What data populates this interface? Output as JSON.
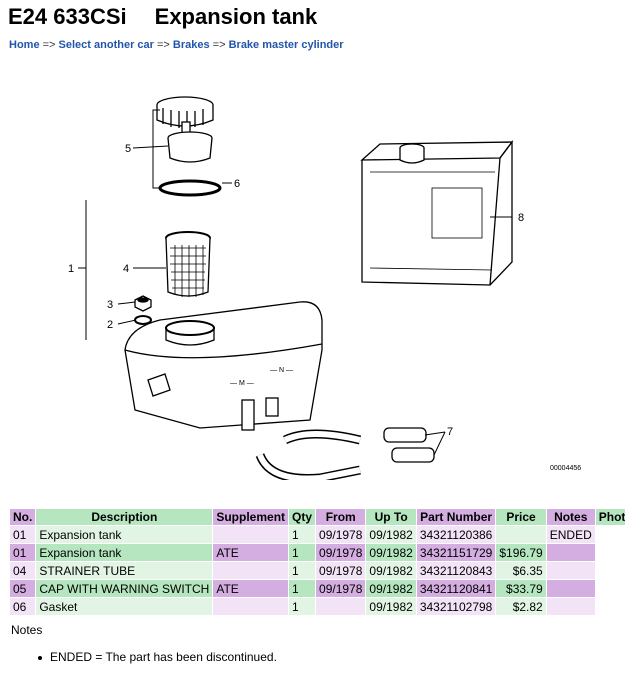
{
  "header": {
    "model": "E24 633CSi",
    "part_name": "Expansion tank"
  },
  "breadcrumb": {
    "separator": "=>",
    "home": "Home",
    "select_car": "Select another car",
    "group": "Brakes",
    "subgroup": "Brake master cylinder"
  },
  "diagram": {
    "code": "00004456",
    "callouts": [
      "1",
      "2",
      "3",
      "4",
      "5",
      "6",
      "7",
      "8"
    ]
  },
  "table": {
    "headers": [
      "No.",
      "Description",
      "Supplement",
      "Qty",
      "From",
      "Up To",
      "Part Number",
      "Price",
      "Notes",
      "Photo"
    ],
    "rows": [
      {
        "no": "01",
        "desc": "Expansion tank",
        "supp": "",
        "qty": "1",
        "from": "09/1978",
        "upto": "09/1982",
        "pn": "34321120386",
        "price": "",
        "notes": "ENDED",
        "photo": ""
      },
      {
        "no": "01",
        "desc": "Expansion tank",
        "supp": "ATE",
        "qty": "1",
        "from": "09/1978",
        "upto": "09/1982",
        "pn": "34321151729",
        "price": "$196.79",
        "notes": "",
        "photo": ""
      },
      {
        "no": "04",
        "desc": "STRAINER TUBE",
        "supp": "",
        "qty": "1",
        "from": "09/1978",
        "upto": "09/1982",
        "pn": "34321120843",
        "price": "$6.35",
        "notes": "",
        "photo": ""
      },
      {
        "no": "05",
        "desc": "CAP WITH WARNING SWITCH",
        "supp": "ATE",
        "qty": "1",
        "from": "09/1978",
        "upto": "09/1982",
        "pn": "34321120841",
        "price": "$33.79",
        "notes": "",
        "photo": ""
      },
      {
        "no": "06",
        "desc": "Gasket",
        "supp": "",
        "qty": "1",
        "from": "",
        "upto": "09/1982",
        "pn": "34321102798",
        "price": "$2.82",
        "notes": "",
        "photo": ""
      }
    ]
  },
  "notes": {
    "heading": "Notes",
    "items": [
      "ENDED = The part has been discontinued."
    ]
  }
}
